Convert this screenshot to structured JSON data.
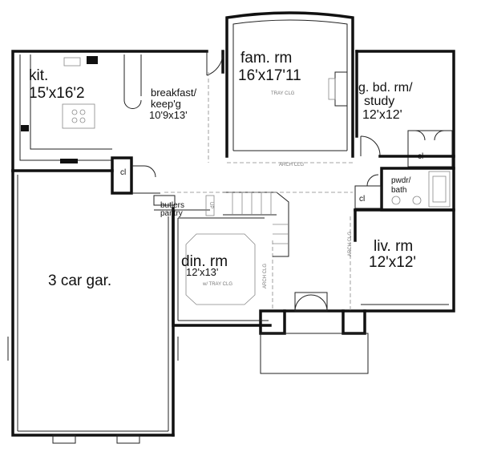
{
  "rooms": {
    "kitchen": {
      "name": "kit.",
      "size": "15'x16'2"
    },
    "breakfast": {
      "name1": "breakfast/",
      "name2": "keep'g",
      "size": "10'9x13'"
    },
    "family": {
      "name": "fam. rm",
      "size": "16'x17'11",
      "note": "TRAY CLG"
    },
    "guest": {
      "name1": "g. bd. rm/",
      "name2": "study",
      "size": "12'x12'"
    },
    "garage": {
      "name": "3 car gar."
    },
    "dining": {
      "name": "din. rm",
      "size": "12'x13'",
      "note": "w/ TRAY CLG"
    },
    "living": {
      "name": "liv. rm",
      "size": "12'x12'"
    },
    "powder": {
      "name1": "pwdr/",
      "name2": "bath"
    },
    "butlers": {
      "name1": "butlers",
      "name2": "pantry"
    }
  },
  "closets": {
    "label": "cl"
  },
  "arches": {
    "label": "ARCH CLG"
  },
  "stairs": {
    "label": "UP"
  }
}
